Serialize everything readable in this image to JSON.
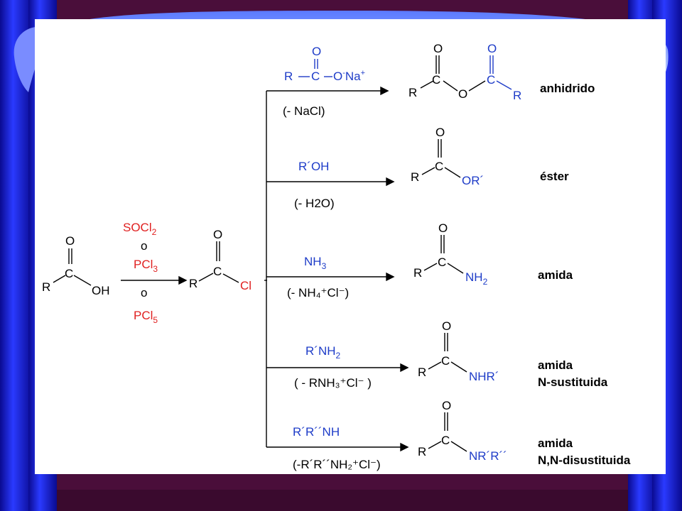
{
  "reactant": {
    "R": "R",
    "C": "C",
    "O": "O",
    "OH": "OH"
  },
  "reagents_acyl": {
    "r1": "SOCl",
    "r1_sub": "2",
    "or1": "o",
    "r2": "PCl",
    "r2_sub": "3",
    "or2": "o",
    "r3": "PCl",
    "r3_sub": "5"
  },
  "acyl_chloride": {
    "R": "R",
    "C": "C",
    "O": "O",
    "Cl": "Cl"
  },
  "branches": [
    {
      "reagent": "R—C—O⁻Na⁺",
      "byproduct": "(-  NaCl)",
      "product_label": "anhidrido"
    },
    {
      "reagent": "R´OH",
      "byproduct": "(- H2O)",
      "product_group": "OR´",
      "product_label": "éster"
    },
    {
      "reagent": "NH",
      "reagent_sub": "3",
      "byproduct": "(- NH₄⁺Cl⁻)",
      "product_group": "NH",
      "product_group_sub": "2",
      "product_label": "amida"
    },
    {
      "reagent": "R´NH",
      "reagent_sub": "2",
      "byproduct": "( - RNH₃⁺Cl⁻ )",
      "product_group": "NHR´",
      "product_label": "amida",
      "product_label2": "N-sustituida"
    },
    {
      "reagent": "R´R´´NH",
      "byproduct": "(-R´R´´NH₂⁺Cl⁻)",
      "product_group": "NR´R´´",
      "product_label": "amida",
      "product_label2": "N,N-disustituida"
    }
  ],
  "colors": {
    "background": "#4a0e3a",
    "blue": "#1e3cc8",
    "red": "#e02020",
    "pillar": "#1a1ae6",
    "panel": "#ffffff"
  }
}
